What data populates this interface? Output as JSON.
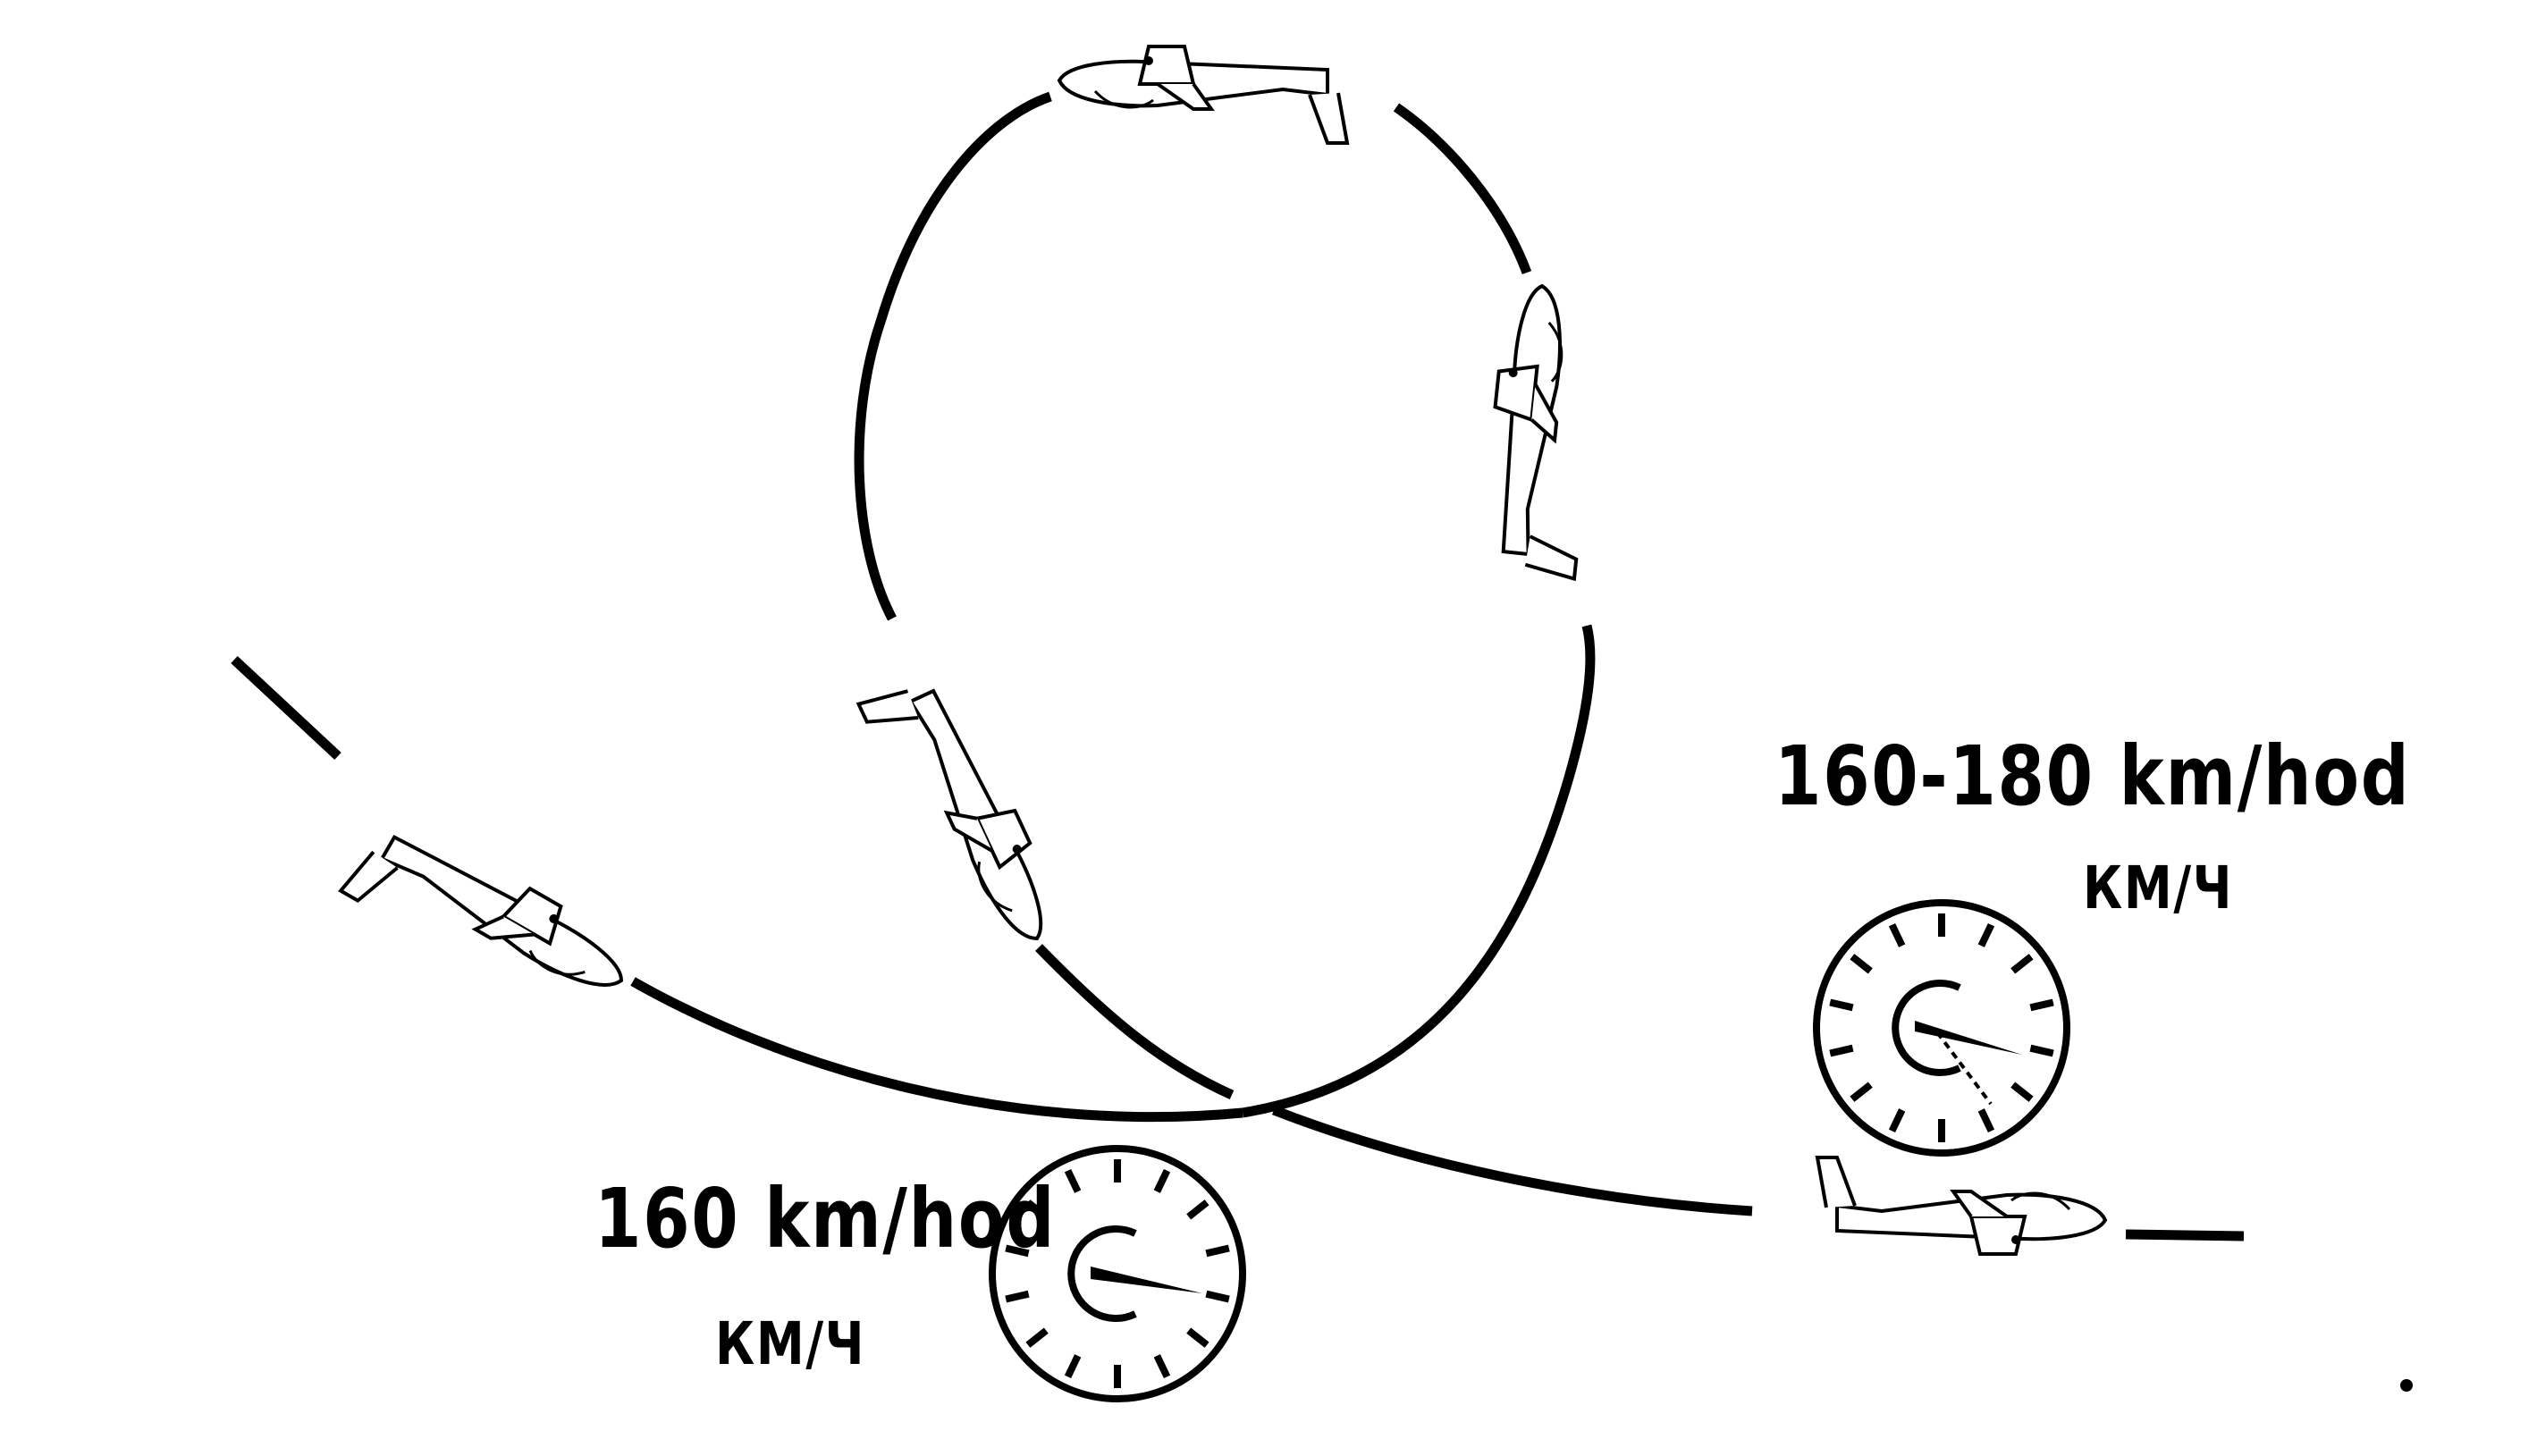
{
  "labels": {
    "lower_speed": "160 km/hod",
    "lower_unit": "КМ/Ч",
    "upper_speed": "160-180 km/hod",
    "upper_unit": "КМ/Ч"
  },
  "gauges": [
    {
      "name": "airspeed-gauge-entry",
      "ticks": 14
    },
    {
      "name": "airspeed-gauge-exit",
      "ticks": 14
    }
  ],
  "colors": {
    "ink": "#000000",
    "paper": "#ffffff"
  }
}
